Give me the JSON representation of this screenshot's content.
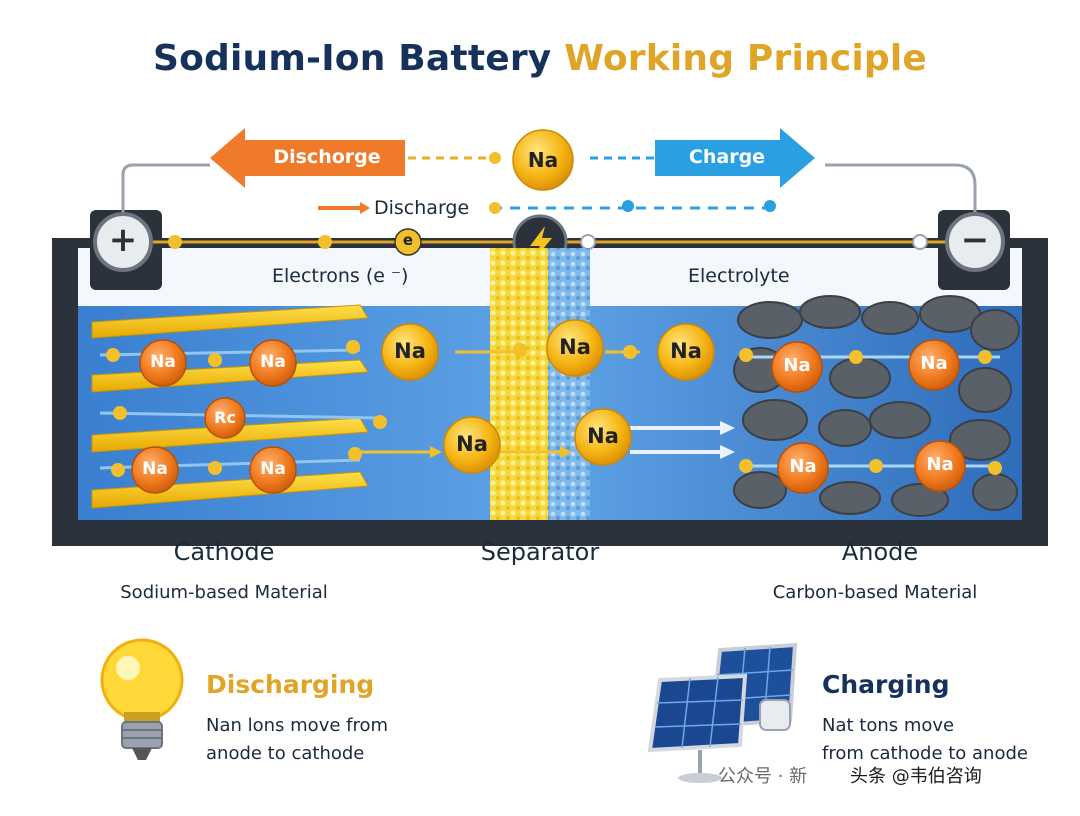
{
  "title": {
    "part1": "Sodium-Ion Battery",
    "part2": "Working Principle"
  },
  "top_arrows": {
    "discharge": "Dischorge",
    "charge": "Charge",
    "ion": "Na"
  },
  "discharge_arrow": "Discharge",
  "labels": {
    "electrons": "Electrons (e ⁻)",
    "electrolyte": "Electrolyte",
    "electron_symbol": "e"
  },
  "terminals": {
    "positive": "+",
    "negative": "−"
  },
  "cathode_ions": [
    "Na",
    "Na",
    "Rc",
    "Na",
    "Na"
  ],
  "middle_ions": [
    "Na",
    "Na",
    "Na",
    "Na",
    "Na"
  ],
  "anode_ions": [
    "Na",
    "Na",
    "Na",
    "Na"
  ],
  "sections": {
    "cathode": {
      "title": "Cathode",
      "sub": "Sodium-based Material"
    },
    "separator": {
      "title": "Separator"
    },
    "anode": {
      "title": "Anode",
      "sub": "Carbon-based Material"
    }
  },
  "legend": {
    "discharging": {
      "title": "Discharging",
      "line1": "Nan lons move from",
      "line2": "anode to cathode"
    },
    "charging": {
      "title": "Charging",
      "line1": "Nat tons move",
      "line2": "from cathode to anode"
    }
  },
  "watermark": {
    "left": "公众号 · 新",
    "right": "头条 @韦伯咨询"
  },
  "colors": {
    "navy": "#16325c",
    "gold": "#e0a526",
    "orange": "#ef7a2a",
    "blue": "#2aa0e3",
    "electrolyte": "#2e6fbf"
  }
}
